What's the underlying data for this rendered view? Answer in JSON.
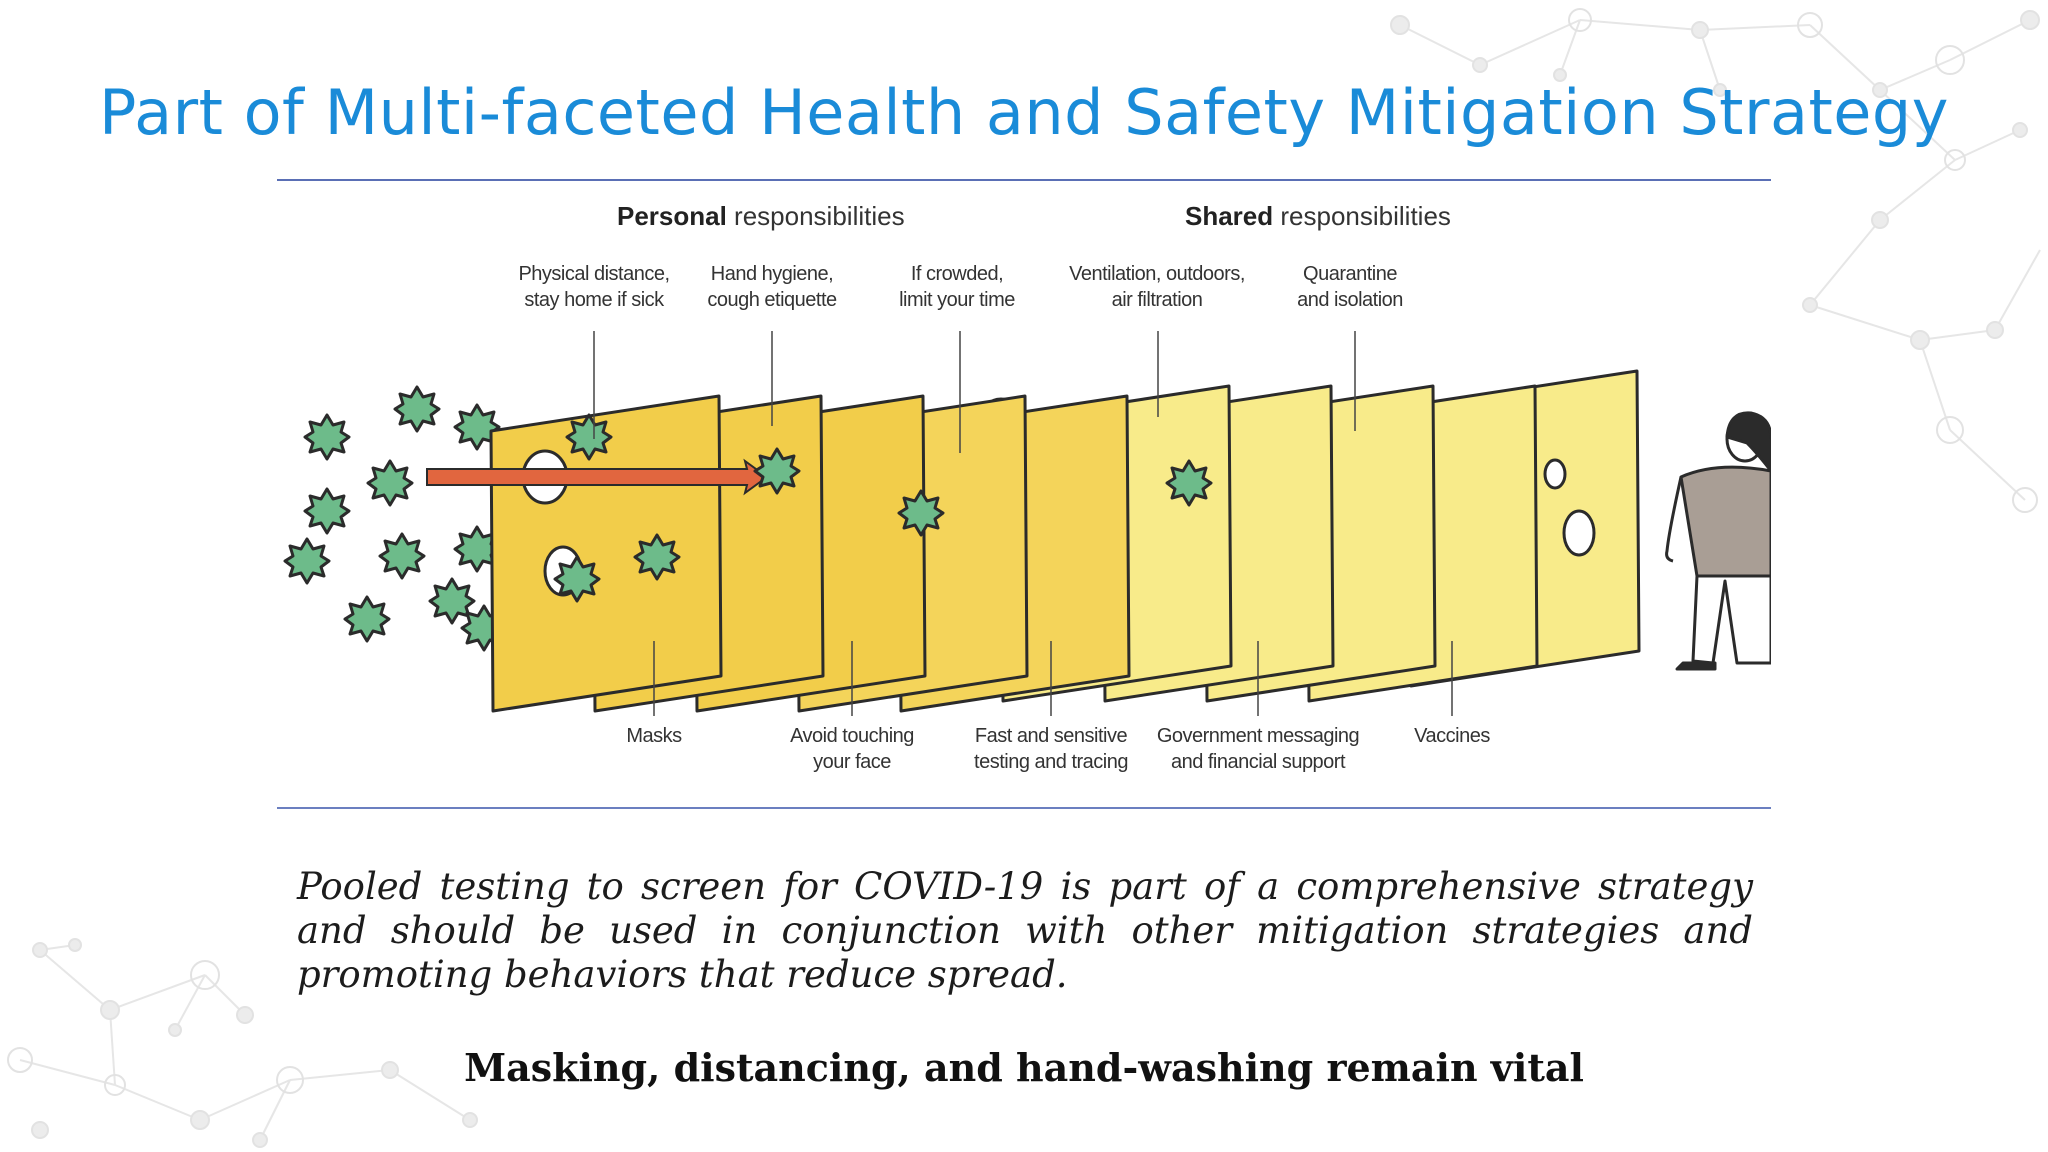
{
  "slide": {
    "title": "Part of Multi-faceted Health and Safety Mitigation Strategy",
    "caption": "Pooled testing to screen for COVID-19 is part of a comprehensive strategy and should be used in conjunction with other mitigation strategies and promoting behaviors that reduce spread.",
    "tagline": "Masking, distancing, and hand-washing remain vital"
  },
  "diagram": {
    "personal_heading": {
      "bold": "Personal",
      "rest": " responsibilities"
    },
    "shared_heading": {
      "bold": "Shared",
      "rest": " responsibilities"
    },
    "top_labels": [
      {
        "line1": "Physical distance,",
        "line2": "stay home if sick"
      },
      {
        "line1": "Hand hygiene,",
        "line2": "cough etiquette"
      },
      {
        "line1": "If crowded,",
        "line2": "limit your time"
      },
      {
        "line1": "Ventilation, outdoors,",
        "line2": "air filtration"
      },
      {
        "line1": "Quarantine",
        "line2": "and isolation"
      }
    ],
    "bottom_labels": [
      {
        "line1": "Masks",
        "line2": ""
      },
      {
        "line1": "Avoid touching",
        "line2": "your face"
      },
      {
        "line1": "Fast and sensitive",
        "line2": "testing and tracing"
      },
      {
        "line1": "Government messaging",
        "line2": "and financial support"
      },
      {
        "line1": "Vaccines",
        "line2": ""
      }
    ],
    "colors": {
      "slice_dark": "#f2cd4a",
      "slice_light": "#f8eb8a",
      "virus": "#6dbb8a",
      "arrow": "#e1663f",
      "outline": "#2b2b2b",
      "title": "#1a8bd8"
    }
  }
}
